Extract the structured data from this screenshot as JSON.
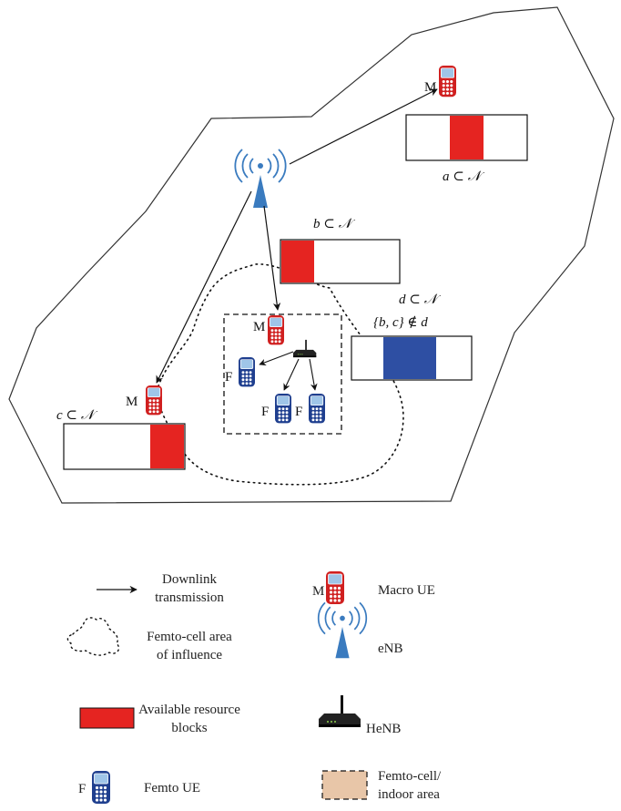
{
  "diagram": {
    "labels": {
      "set_a": "a ⊂ 𝒩",
      "set_b": "b ⊂ 𝒩",
      "set_c": "c ⊂ 𝒩",
      "set_d": "d ⊂ 𝒩",
      "set_d_constraint": "{b, c} ∉ d",
      "macro_ue_letter": "M",
      "femto_ue_letter": "F"
    }
  },
  "legend": {
    "downlink": [
      "Downlink",
      "transmission"
    ],
    "influence": [
      "Femto-cell area",
      "of influence"
    ],
    "resource_blocks": [
      "Available resource",
      "blocks"
    ],
    "femto_ue": "Femto UE",
    "macro_ue": "Macro UE",
    "enb": "eNB",
    "henb": "HeNB",
    "indoor": [
      "Femto-cell/",
      "indoor area"
    ]
  },
  "colors": {
    "resource_red": "#e52421",
    "resource_blue": "#2e4fa3",
    "enb_blue": "#3a7bbf",
    "macro_phone": "#d02020",
    "femto_phone": "#1f3f8f",
    "indoor_fill": "#e8c6a8"
  },
  "icons": [
    "downlink-arrow-icon",
    "influence-area-icon",
    "resource-block-icon",
    "femto-ue-phone-icon",
    "macro-ue-phone-icon",
    "enb-antenna-icon",
    "henb-router-icon",
    "indoor-area-icon"
  ]
}
